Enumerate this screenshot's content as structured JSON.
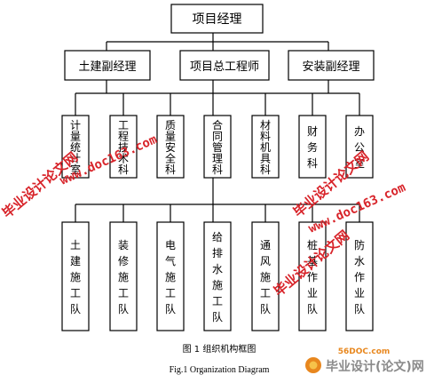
{
  "diagram": {
    "top": {
      "label": "项目经理"
    },
    "second_level": [
      {
        "label": "土建副经理"
      },
      {
        "label": "项目总工程师"
      },
      {
        "label": "安装副经理"
      }
    ],
    "departments": [
      {
        "label": "计量统计室"
      },
      {
        "label": "工程技术科"
      },
      {
        "label": "质量安全科"
      },
      {
        "label": "合同管理科"
      },
      {
        "label": "材料机具科"
      },
      {
        "label": "财务科"
      },
      {
        "label": "办公室"
      }
    ],
    "teams": [
      {
        "label": "土建施工队"
      },
      {
        "label": "装修施工队"
      },
      {
        "label": "电气施工队"
      },
      {
        "label": "给排水施工队"
      },
      {
        "label": "通风施工队"
      },
      {
        "label": "桩基作业队"
      },
      {
        "label": "防水作业队"
      }
    ],
    "caption_cn": "图 1   组织机构框图",
    "caption_en": "Fig.1 Organization Diagram"
  },
  "watermarks": {
    "cn_text": "毕业设计论文网",
    "url_text": "www.doc163.com"
  },
  "logo": {
    "domain": "56DOC.com",
    "text": "毕业设计(论文)网"
  }
}
